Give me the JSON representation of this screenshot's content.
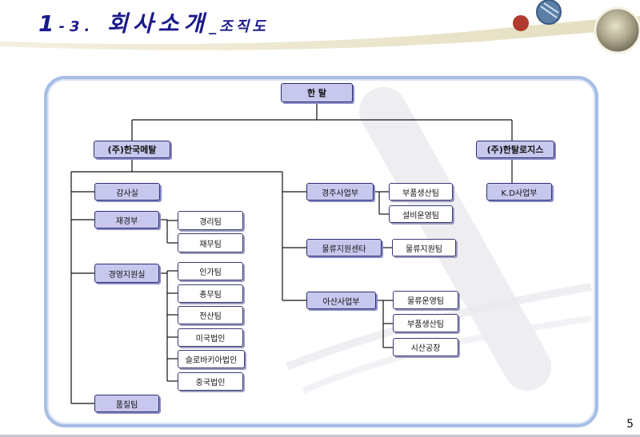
{
  "title": {
    "number": "1",
    "sub_number": "-3.",
    "main": "회사소개",
    "sub": "_조직도"
  },
  "page_number": "5",
  "org": {
    "root": "한 탈",
    "company_metal": "(주)한국메탈",
    "company_logis": "(주)한탈로지스",
    "logis_div": "K.D사업부",
    "audit": "감사실",
    "finance": "재경부",
    "finance_teams": [
      "경리팀",
      "재무팀"
    ],
    "mgmt": "경영지원실",
    "mgmt_teams": [
      "인가팀",
      "총무팀",
      "전산팀",
      "미국법인",
      "슬로바키아법인",
      "중국법인"
    ],
    "quality": "품질팀",
    "gyeongju": "경주사업부",
    "gyeongju_teams": [
      "부품생산팀",
      "설비운영팀"
    ],
    "logistics_center": "물류지원센타",
    "logistics_teams": [
      "물류지원팀"
    ],
    "asan": "아산사업부",
    "asan_teams": [
      "물류운영팀",
      "부품생산팀",
      "시산공장"
    ]
  }
}
